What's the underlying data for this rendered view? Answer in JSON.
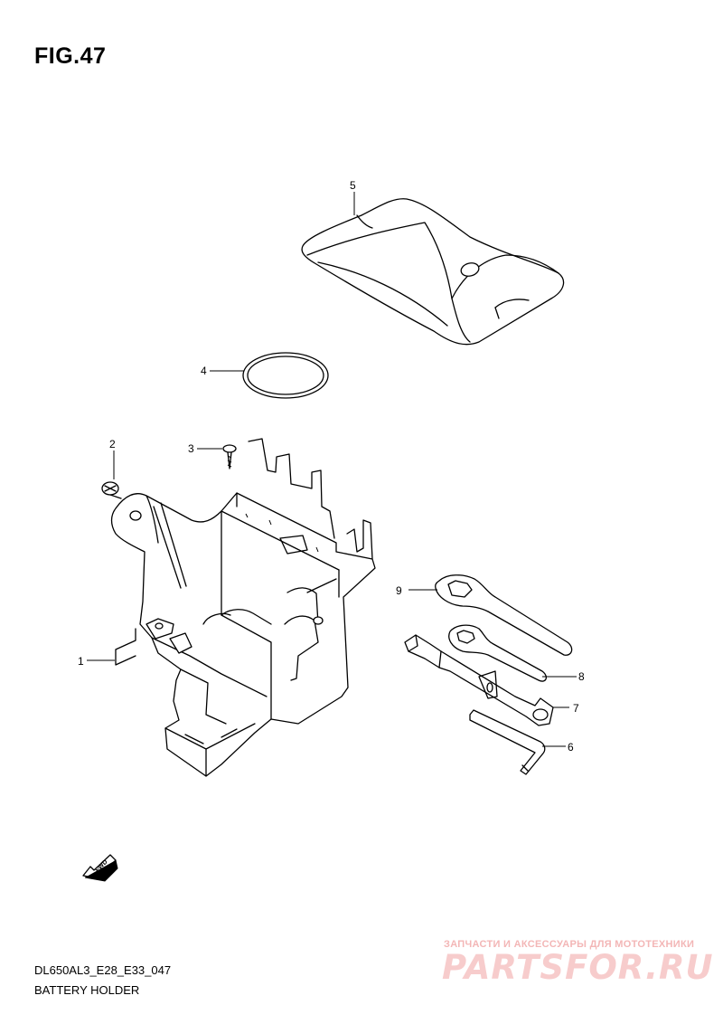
{
  "figure": {
    "title": "FIG.47"
  },
  "callouts": [
    {
      "num": "1"
    },
    {
      "num": "2"
    },
    {
      "num": "3"
    },
    {
      "num": "4"
    },
    {
      "num": "5"
    },
    {
      "num": "6"
    },
    {
      "num": "7"
    },
    {
      "num": "8"
    },
    {
      "num": "9"
    }
  ],
  "fwd_marker": {
    "text": "FWD",
    "icon": "forward-arrow-icon"
  },
  "footer": {
    "model_code": "DL650AL3_E28_E33_047",
    "section_name": "BATTERY HOLDER"
  },
  "watermark": {
    "tagline": "ЗАПЧАСТИ И АКСЕССУАРЫ ДЛЯ МОТОТЕХНИКИ",
    "logo_text": "PARTSFOR.RU"
  }
}
